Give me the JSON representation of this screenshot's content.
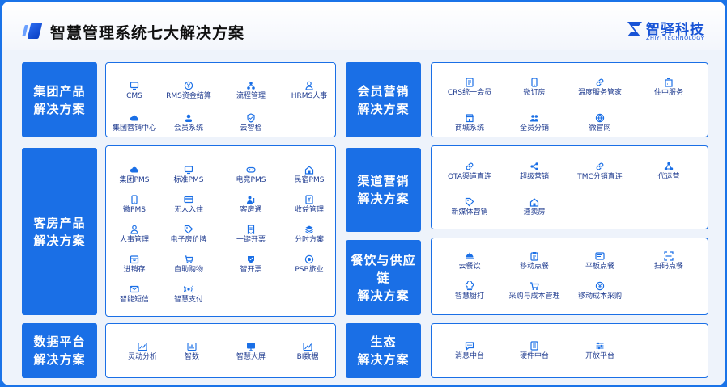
{
  "title": "智慧管理系统七大解决方案",
  "logo": {
    "name": "智驿科技",
    "sub": "ZHIYI TECHNOLOGY"
  },
  "sections": {
    "group": {
      "label_line1": "集团产品",
      "label_line2": "解决方案",
      "items": [
        {
          "label": "CMS",
          "icon": "monitor-icon"
        },
        {
          "label": "RMS资金结算",
          "icon": "yen-coin-icon"
        },
        {
          "label": "流程管理",
          "icon": "flow-icon"
        },
        {
          "label": "HRMS人事",
          "icon": "person-icon"
        },
        {
          "label": "集团营销中心",
          "icon": "cloud-icon"
        },
        {
          "label": "会员系统",
          "icon": "member-icon"
        },
        {
          "label": "云智检",
          "icon": "shield-icon"
        }
      ]
    },
    "room": {
      "label_line1": "客房产品",
      "label_line2": "解决方案",
      "items": [
        {
          "label": "集团PMS",
          "icon": "cloud-icon"
        },
        {
          "label": "标准PMS",
          "icon": "monitor-icon"
        },
        {
          "label": "电竞PMS",
          "icon": "gamepad-icon"
        },
        {
          "label": "民宿PMS",
          "icon": "house-icon"
        },
        {
          "label": "微PMS",
          "icon": "phone-icon"
        },
        {
          "label": "无人入住",
          "icon": "card-icon"
        },
        {
          "label": "客房通",
          "icon": "person-key-icon"
        },
        {
          "label": "收益管理",
          "icon": "yen-doc-icon"
        },
        {
          "label": "人事管理",
          "icon": "person-icon"
        },
        {
          "label": "电子房价牌",
          "icon": "tag-icon"
        },
        {
          "label": "一键开票",
          "icon": "receipt-icon"
        },
        {
          "label": "分时方案",
          "icon": "layers-icon"
        },
        {
          "label": "进销存",
          "icon": "box-icon"
        },
        {
          "label": "自助购物",
          "icon": "cart-icon"
        },
        {
          "label": "智开票",
          "icon": "smart-icon"
        },
        {
          "label": "PSB旅业",
          "icon": "target-icon"
        },
        {
          "label": "智能短信",
          "icon": "mail-icon"
        },
        {
          "label": "智慧支付",
          "icon": "wave-icon"
        }
      ]
    },
    "data": {
      "label_line1": "数据平台",
      "label_line2": "解决方案",
      "items": [
        {
          "label": "灵动分析",
          "icon": "line-chart-icon"
        },
        {
          "label": "智数",
          "icon": "bar-chart-icon"
        },
        {
          "label": "智慧大屏",
          "icon": "screen-icon"
        },
        {
          "label": "BI数据",
          "icon": "bi-chart-icon"
        }
      ]
    },
    "member": {
      "label_line1": "会员营销",
      "label_line2": "解决方案",
      "items": [
        {
          "label": "CRS统一会员",
          "icon": "document-icon"
        },
        {
          "label": "微订房",
          "icon": "phone-icon"
        },
        {
          "label": "温度服务管家",
          "icon": "link-icon"
        },
        {
          "label": "住中服务",
          "icon": "building-icon"
        },
        {
          "label": "商城系统",
          "icon": "store-icon"
        },
        {
          "label": "全员分销",
          "icon": "group-icon"
        },
        {
          "label": "微官网",
          "icon": "web-icon"
        }
      ]
    },
    "channel": {
      "label_line1": "渠道营销",
      "label_line2": "解决方案",
      "items": [
        {
          "label": "OTA渠道直连",
          "icon": "link-icon"
        },
        {
          "label": "超级营销",
          "icon": "share-icon"
        },
        {
          "label": "TMC分销直连",
          "icon": "link-icon"
        },
        {
          "label": "代运营",
          "icon": "network-icon"
        },
        {
          "label": "新媒体营销",
          "icon": "tag-icon"
        },
        {
          "label": "速卖房",
          "icon": "house-icon"
        }
      ]
    },
    "food": {
      "label_line1": "餐饮与供应链",
      "label_line2": "解决方案",
      "items": [
        {
          "label": "云餐饮",
          "icon": "dish-icon"
        },
        {
          "label": "移动点餐",
          "icon": "clipboard-icon"
        },
        {
          "label": "平板点餐",
          "icon": "tablet-icon"
        },
        {
          "label": "扫码点餐",
          "icon": "scan-icon"
        },
        {
          "label": "智慧厨打",
          "icon": "chef-icon"
        },
        {
          "label": "采购与成本管理",
          "icon": "cart-icon"
        },
        {
          "label": "移动成本采购",
          "icon": "yen-coin-icon"
        }
      ]
    },
    "eco": {
      "label_line1": "生态",
      "label_line2": "解决方案",
      "items": [
        {
          "label": "消息中台",
          "icon": "chat-icon"
        },
        {
          "label": "硬件中台",
          "icon": "device-icon"
        },
        {
          "label": "开放平台",
          "icon": "sliders-icon"
        }
      ]
    }
  },
  "colors": {
    "primary": "#1a6fe6",
    "text": "#1f3b8f",
    "frame": "#1a73e8"
  }
}
